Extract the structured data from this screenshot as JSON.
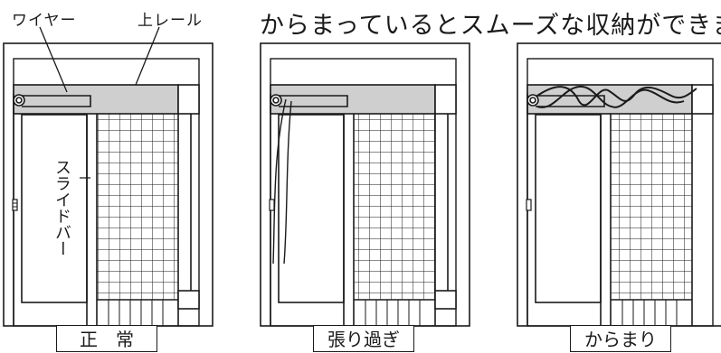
{
  "labels": {
    "wire": "ワイヤー",
    "top_rail": "上レール",
    "slide_bar": "スライドバー"
  },
  "headline": "からまっているとスムーズな収納ができま",
  "panels": [
    {
      "caption": "正　常"
    },
    {
      "caption": "張り過ぎ"
    },
    {
      "caption": "からまり"
    }
  ],
  "colors": {
    "line": "#1a1a1a",
    "rail_fill": "#cfcfcf",
    "background": "#ffffff"
  }
}
